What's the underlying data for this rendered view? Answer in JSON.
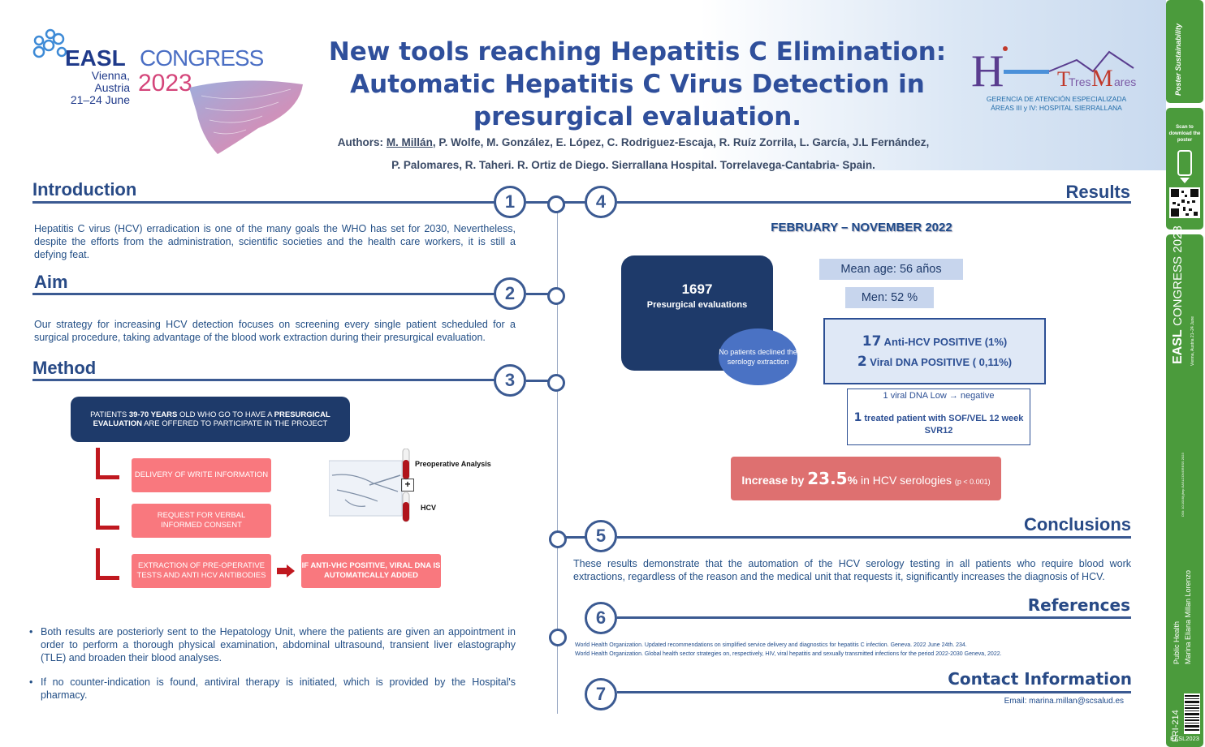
{
  "header": {
    "logo_easl": "EASL",
    "logo_congress": "CONGRESS",
    "logo_location": "Vienna, Austria",
    "logo_dates": "21–24 June",
    "logo_year": "2023",
    "title_line1": "New tools reaching Hepatitis C Elimination:",
    "title_line2": "Automatic Hepatitis C Virus Detection in",
    "title_line3": "presurgical evaluation.",
    "authors_label": "Authors:",
    "authors_first": "M. Millán",
    "authors_rest": ", P. Wolfe, M. González, E. López, C. Rodriguez-Escaja, R. Ruíz Zorrila, L. García, J.L Fernández,",
    "authors_line2": "P. Palomares, R. Taheri. R. Ortiz de Diego. Sierrallana Hospital. Torrelavega-Cantabria- Spain.",
    "hospital_line1": "GERENCIA DE ATENCIÓN ESPECIALIZADA",
    "hospital_line2": "ÁREAS III y IV: HOSPITAL SIERRALLANA",
    "logo_tres": "Tres",
    "logo_mares": "ares"
  },
  "sections": {
    "introduction": {
      "title": "Introduction",
      "number": "1",
      "text": "Hepatitis C virus (HCV) erradication is one of the many goals the WHO has set for 2030, Nevertheless, despite the efforts from the administration, scientific societies and the health care workers, it is still a defying feat."
    },
    "aim": {
      "title": "Aim",
      "number": "2",
      "text": "Our strategy for increasing HCV detection focuses on screening every single patient scheduled for a surgical procedure, taking advantage of the blood work extraction during their presurgical evaluation."
    },
    "method": {
      "title": "Method",
      "number": "3",
      "box_a": "PATIENTS ",
      "box_b": "39-70 YEARS",
      "box_c": " OLD WHO GO TO HAVE A ",
      "box_d": "PRESURGICAL EVALUATION",
      "box_e": " ARE OFFERED TO PARTICIPATE IN THE PROJECT",
      "step1": "DELIVERY OF WRITE INFORMATION",
      "step2": "REQUEST FOR VERBAL INFORMED CONSENT",
      "step3": "EXTRACTION OF PRE-OPERATIVE TESTS AND ANTI HCV ANTIBODIES",
      "step4": "IF ANTI-VHC POSITIVE, VIRAL DNA IS AUTOMATICALLY ADDED",
      "tube1": "Preoperative Analysis",
      "plus": "+",
      "tube2": "HCV",
      "bullet1": "Both results are posteriorly sent to the Hepatology Unit, where the patients are given an appointment in order to perform a thorough physical examination, abdominal ultrasound, transient liver elastography (TLE) and broaden their blood analyses.",
      "bullet2": "If no counter-indication is found, antiviral therapy is initiated, which is provided by the Hospital's pharmacy."
    },
    "results": {
      "title": "Results",
      "number": "4",
      "period": "FEBRUARY – NOVEMBER 2022",
      "evals_number": "1697",
      "evals_label": "Presurgical evaluations",
      "declined": "No patients declined the serology extraction",
      "mean_age": "Mean age:  56 años",
      "men": "Men: 52 %",
      "anti_num": "17",
      "anti_label": " Anti-HCV POSITIVE (1%)",
      "dna_num": "2",
      "dna_label": "  Viral DNA POSITIVE ( 0,11%)",
      "low": "1 viral DNA Low → negative",
      "treated_num": "1",
      "treated_label": " treated patient with SOF/VEL 12 week SVR12",
      "inc_a": "Increase by ",
      "inc_b": "23.5",
      "inc_c": "%",
      "inc_d": "  in HCV serologies ",
      "inc_e": "(p < 0.001)"
    },
    "conclusions": {
      "title": "Conclusions",
      "number": "5",
      "text": "These results demonstrate that the automation of the HCV serology testing in all patients who require blood work extractions, regardless of the reason and the medical unit that requests it, significantly increases the diagnosis of HCV."
    },
    "references": {
      "title": "References",
      "number": "6",
      "ref1": "World Health Organization. Updated recommendations on simplified service delivery and diagnostics for hepatitis C infection. Geneva. 2022 June 24th. 234.",
      "ref2": "World Health Organization. Global health sector strategies on, respectively, HIV, viral hepatitis and sexually transmitted infections for the period 2022-2030 Geneva, 2022."
    },
    "contact": {
      "title": "Contact Information",
      "number": "7",
      "email": "Email: marina.millan@scsalud.es"
    }
  },
  "sidebar": {
    "poster_label": "Poster Sustainability",
    "scan_label": "Scan to download the poster",
    "easl": "EASL",
    "congress": "CONGRESS",
    "year": "2023",
    "place": "Vienna, Austria 21–24 June",
    "doi": "DOI: 10.1016/j.jhep.EASLCONGRESS 2023",
    "topic": "Public Health",
    "author": "Marina Eliana Millan Lorenzo",
    "code": "FRI-214",
    "tag": "EASL2023"
  },
  "colors": {
    "accent": "#2f4f9b",
    "navy": "#1e3a6a",
    "pink": "#f9787e",
    "red": "#c0181f",
    "green": "#4b9b3c",
    "salmon": "#d86f6f"
  }
}
